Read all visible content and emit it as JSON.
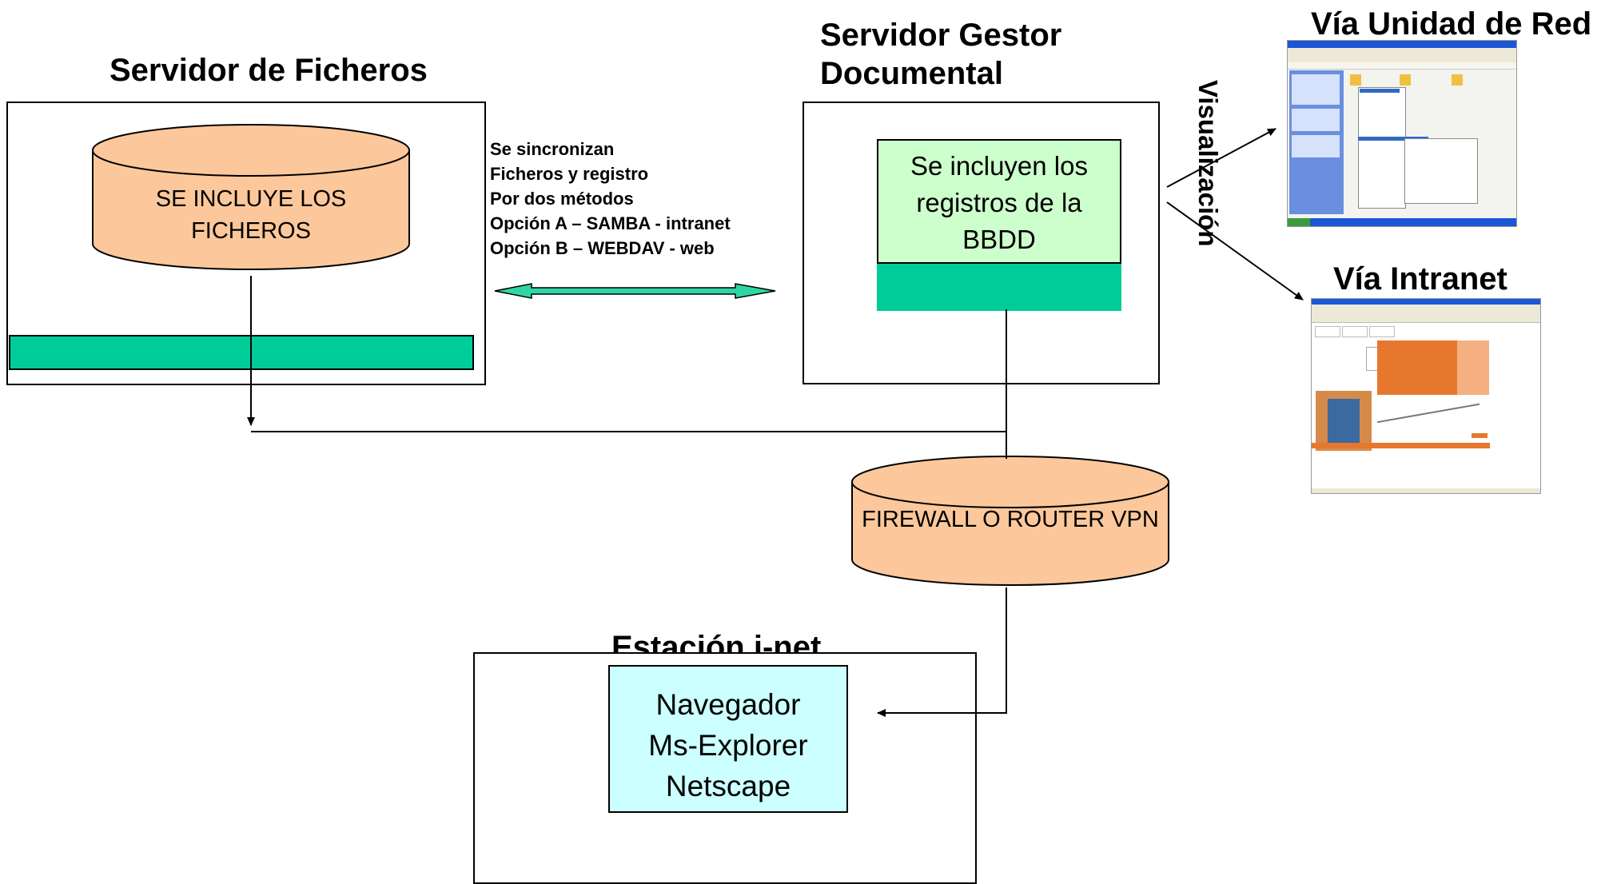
{
  "file_server": {
    "title": "Servidor de Ficheros",
    "cylinder_text": "SE INCLUYE LOS FICHEROS"
  },
  "doc_server": {
    "title_line1": "Servidor Gestor",
    "title_line2": "Documental",
    "inner_text": "Se incluyen los registros de la BBDD"
  },
  "sync": {
    "lines": [
      "Se sincronizan",
      "Ficheros y registro",
      "Por dos métodos",
      "Opción A – SAMBA - intranet",
      "Opción B – WEBDAV - web"
    ]
  },
  "visualization": {
    "label": "Visualización",
    "network_drive_title": "Vía Unidad de Red",
    "intranet_title": "Vía Intranet"
  },
  "firewall": {
    "text": "FIREWALL O ROUTER VPN"
  },
  "station": {
    "title": "Estación i-net",
    "browser_lines": [
      "Navegador",
      "Ms-Explorer",
      "Netscape"
    ]
  },
  "colors": {
    "cylinder_fill": "#fcc89b",
    "green_bar": "#00cc99",
    "db_fill": "#ccffcc",
    "browser_fill": "#ccffff",
    "xp_blue": "#1a57d6",
    "intranet_orange": "#e8772e"
  }
}
